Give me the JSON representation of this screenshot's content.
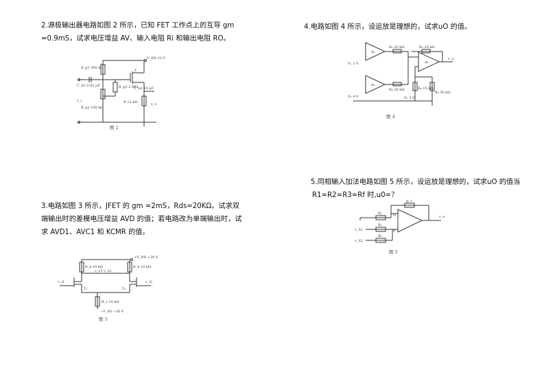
{
  "q2": {
    "line1": "2.源极输出器电路如图 2 所示，已知 FET 工作点上的互导 gm",
    "line2": "=0.9mS，试求电压增益 AV、输入电阻 Ri 和输出电阻 RO。",
    "figure": {
      "caption": "图 2",
      "vdd": "V_DD 12 V",
      "rg1": "R_g1 300 kΩ",
      "c1": "C_b1 0.02 μF",
      "rg3": "R_g3 2 MΩ",
      "rg2": "R_g2 100 kΩ",
      "r": "R 12 kΩ",
      "c2": "C_b2 10 μF",
      "t": "T",
      "vi": "v_i",
      "vo": "v_o"
    }
  },
  "q3": {
    "line1": "3.电路如图 3 所示，JFET 的 gm =2mS，Rds=20KΩ。试求双",
    "line2": "端输出时的差模电压增益 AVD 的值；若电路改为单端输出时，试",
    "line3": "求 AVD1、AVC1 和 KCMR 的值。",
    "figure": {
      "caption": "图 3",
      "vdd": "+V_DD +20 V",
      "rd1": "R_d 10 kΩ",
      "rd2": "R_d 10 kΩ",
      "rs": "R_s 10 kΩ",
      "vss": "−V_SS −20 V",
      "t1": "T₁",
      "t2": "T₂",
      "vi1": "v_i1",
      "vi2": "v_i2",
      "vo": "v_o1 v_o2"
    }
  },
  "q4": {
    "line1": "4.电路如图 4 所示，设运放是理想的，试求uO 的值。",
    "figure": {
      "caption": "图 4",
      "a1": "A₁",
      "a2": "A₂",
      "a3": "A₃",
      "v1": "V₁ 3 V",
      "v2": "V₂ 4 V",
      "v3": "V₃ 3 V",
      "r1": "R₁ 20 kΩ",
      "r2": "R₂ 20 kΩ",
      "r3": "R₃ 20 kΩ",
      "r4": "R₄ 15 kΩ",
      "r5": "R₅ 30 kΩ",
      "vo": "v_o"
    }
  },
  "q5": {
    "line1": "5.同相输入加法电路如图 5 所示，设运放是理想的，试求uO 的值当",
    "line2": "R1=R2=R3=Rf 时,u0=？",
    "figure": {
      "caption": "图 5",
      "rf": "R_f",
      "r1": "R₁",
      "r2": "R₂",
      "r3": "R₃",
      "n": "N",
      "p": "P",
      "vs1": "v_S1",
      "vs2": "v_S2",
      "vo": "v_o"
    }
  }
}
